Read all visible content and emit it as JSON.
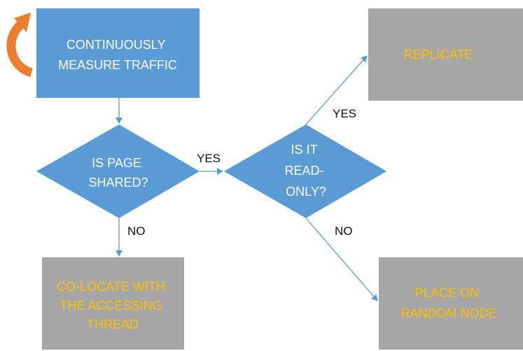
{
  "colors": {
    "process_fill": "#5b9bd5",
    "decision_fill": "#5b9bd5",
    "outcome_fill": "#a6a6a6",
    "process_text": "#ffffff",
    "outcome_text": "#ffc000",
    "edge": "#5b9bd5",
    "loop_arrow": "#ed7d31",
    "edge_label": "#111111"
  },
  "nodes": {
    "measure": {
      "line1": "CONTINUOUSLY",
      "line2": "MEASURE TRAFFIC"
    },
    "is_shared": {
      "line1": "IS PAGE",
      "line2": "SHARED?"
    },
    "is_readonly": {
      "line1": "IS IT",
      "line2": "READ-",
      "line3": "ONLY?"
    },
    "replicate": {
      "line1": "REPLICATE"
    },
    "colocate": {
      "line1": "CO-LOCATE WITH",
      "line2": "THE ACCESSING",
      "line3": "THREAD"
    },
    "random_node": {
      "line1": "PLACE ON",
      "line2": "RANDOM NODE"
    }
  },
  "edges": {
    "shared_yes": "YES",
    "shared_no": "NO",
    "readonly_yes": "YES",
    "readonly_no": "NO"
  },
  "icons": {
    "loop": "circular-refresh-arrow-icon"
  }
}
